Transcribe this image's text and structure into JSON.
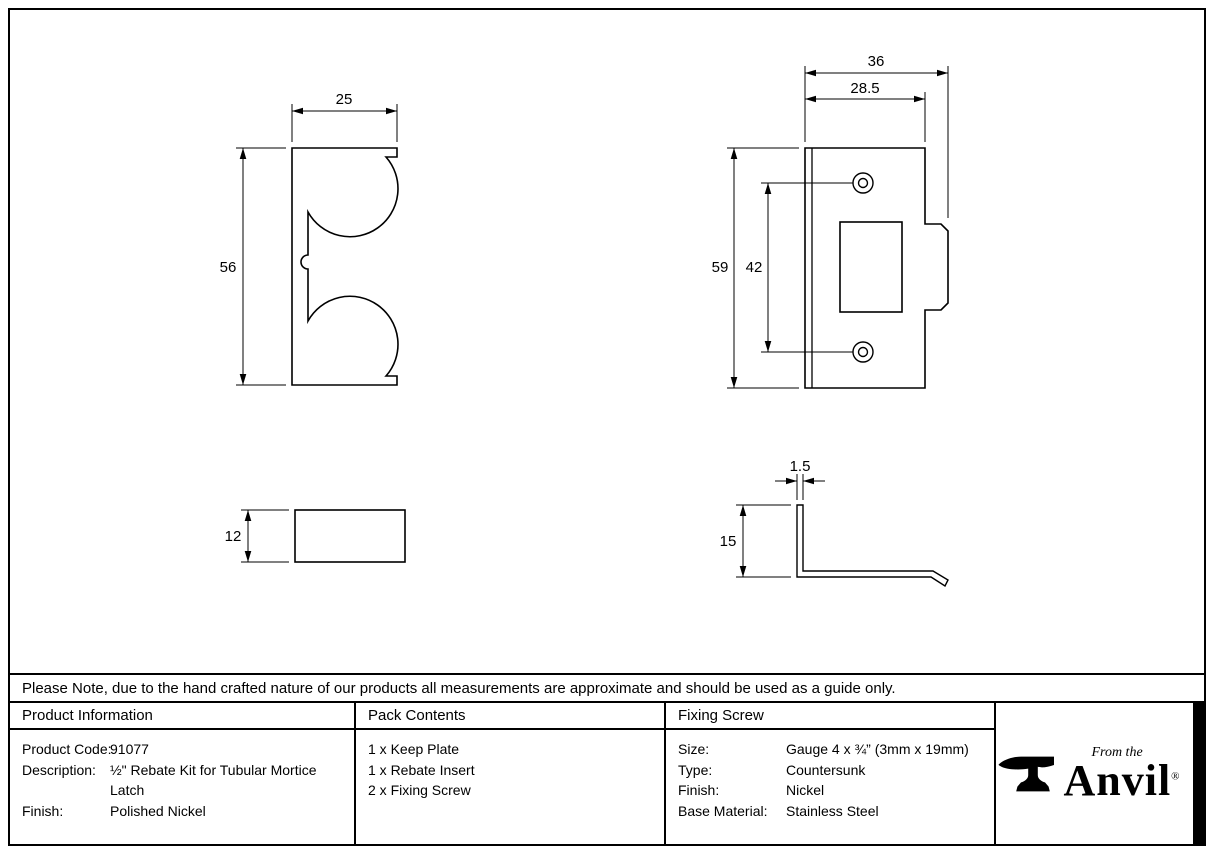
{
  "note": "Please Note, due to the hand crafted nature of our products all measurements are approximate and should be used as a guide only.",
  "drawings": {
    "rebate_insert_front": {
      "width": "25",
      "height": "56"
    },
    "keep_plate": {
      "overall_width": "36",
      "plate_width": "28.5",
      "height": "59",
      "hole_spacing": "42"
    },
    "rebate_insert_side": {
      "height": "12"
    },
    "keep_plate_profile": {
      "thickness": "1.5",
      "lip_height": "15"
    }
  },
  "table": {
    "product_information": {
      "header": "Product Information",
      "rows": [
        {
          "label": "Product Code:",
          "value": "91077"
        },
        {
          "label": "Description:",
          "value": "½\" Rebate Kit for Tubular Mortice Latch"
        },
        {
          "label": "Finish:",
          "value": "Polished Nickel"
        }
      ]
    },
    "pack_contents": {
      "header": "Pack Contents",
      "items": [
        "1 x Keep Plate",
        "1 x Rebate Insert",
        "2 x Fixing Screw"
      ]
    },
    "fixing_screw": {
      "header": "Fixing Screw",
      "rows": [
        {
          "label": "Size:",
          "value": "Gauge 4 x ¾” (3mm x 19mm)"
        },
        {
          "label": "Type:",
          "value": "Countersunk"
        },
        {
          "label": "Finish:",
          "value": "Nickel"
        },
        {
          "label": "Base Material:",
          "value": "Stainless Steel"
        }
      ]
    }
  },
  "logo": {
    "tagline": "From the",
    "brand": "Anvil",
    "mark": "®"
  }
}
